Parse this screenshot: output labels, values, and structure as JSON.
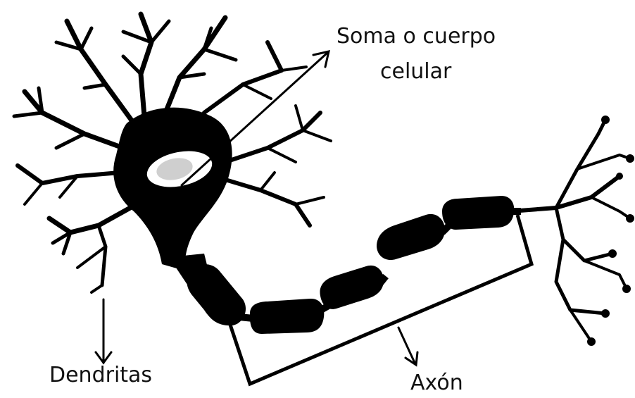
{
  "labels": {
    "soma_line1": "Soma o cuerpo",
    "soma_line2": "celular",
    "dendrites": "Dendritas",
    "axon": "Axón"
  }
}
